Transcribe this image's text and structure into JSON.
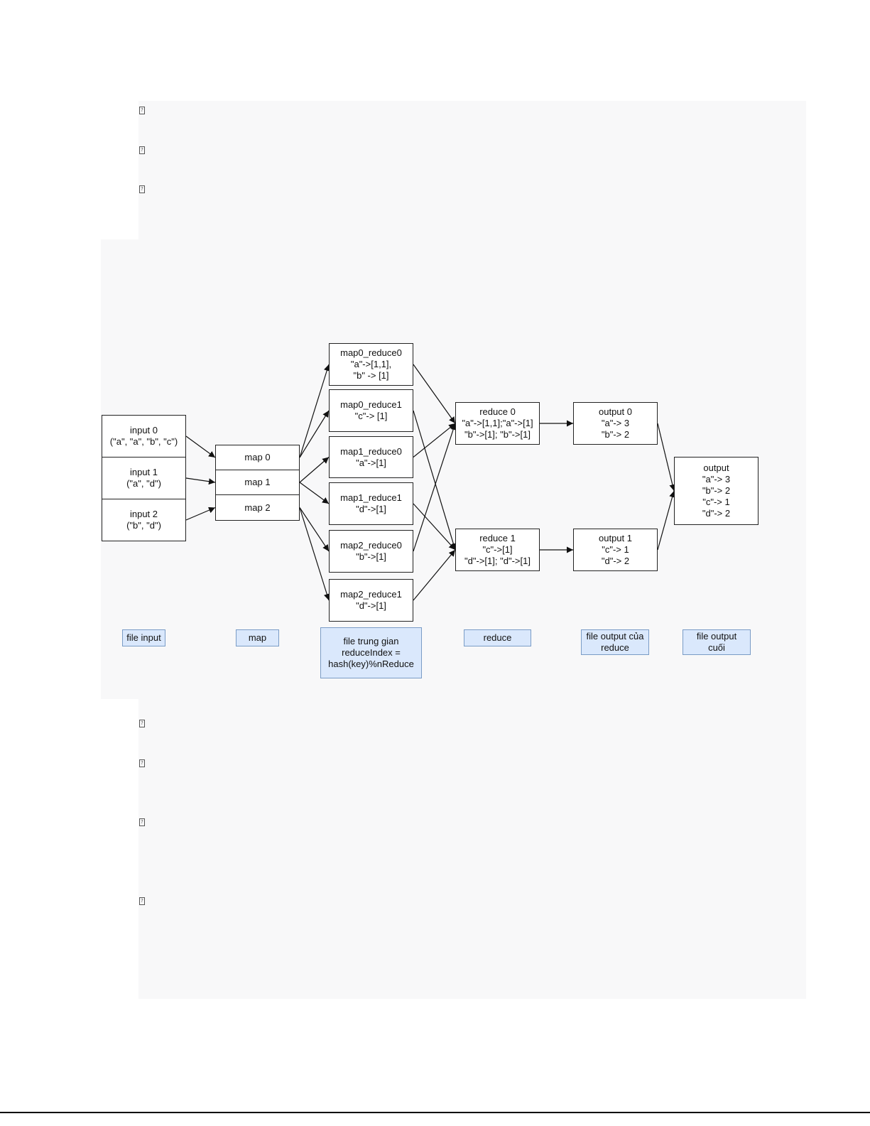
{
  "placeholder_glyph": "?",
  "nodes": {
    "input0": [
      "input 0",
      "(\"a\", \"a\", \"b\", \"c\")"
    ],
    "input1": [
      "input 1",
      "(\"a\", \"d\")"
    ],
    "input2": [
      "input 2",
      "(\"b\", \"d\")"
    ],
    "map0": [
      "map 0"
    ],
    "map1": [
      "map 1"
    ],
    "map2": [
      "map 2"
    ],
    "m0r0": [
      "map0_reduce0",
      "\"a\"->[1,1],",
      "\"b\" -> [1]"
    ],
    "m0r1": [
      "map0_reduce1",
      "\"c\"-> [1]"
    ],
    "m1r0": [
      "map1_reduce0",
      "\"a\"->[1]"
    ],
    "m1r1": [
      "map1_reduce1",
      "\"d\"->[1]"
    ],
    "m2r0": [
      "map2_reduce0",
      "\"b\"->[1]"
    ],
    "m2r1": [
      "map2_reduce1",
      "\"d\"->[1]"
    ],
    "reduce0": [
      "reduce 0",
      "\"a\"->[1,1];\"a\"->[1]",
      "\"b\"->[1]; \"b\"->[1]"
    ],
    "reduce1": [
      "reduce 1",
      "\"c\"->[1]",
      "\"d\"->[1]; \"d\"->[1]"
    ],
    "output0": [
      "output 0",
      "\"a\"-> 3",
      "\"b\"-> 2"
    ],
    "output1": [
      "output 1",
      "\"c\"-> 1",
      "\"d\"-> 2"
    ],
    "output": [
      "output",
      "\"a\"-> 3",
      "\"b\"-> 2",
      "\"c\"-> 1",
      "\"d\"-> 2"
    ]
  },
  "labels": {
    "file_input": [
      "file input"
    ],
    "map": [
      "map"
    ],
    "intermediate": [
      "file trung gian",
      "reduceIndex =",
      "hash(key)%nReduce"
    ],
    "reduce": [
      "reduce"
    ],
    "reduce_output": [
      "file output của",
      "reduce"
    ],
    "final_output": [
      "file output",
      "cuối"
    ]
  },
  "edges": [
    [
      "input0",
      "map0"
    ],
    [
      "input1",
      "map1"
    ],
    [
      "input2",
      "map2"
    ],
    [
      "map0",
      "m0r0"
    ],
    [
      "map0",
      "m0r1"
    ],
    [
      "map1",
      "m1r0"
    ],
    [
      "map1",
      "m1r1"
    ],
    [
      "map2",
      "m2r0"
    ],
    [
      "map2",
      "m2r1"
    ],
    [
      "m0r0",
      "reduce0"
    ],
    [
      "m1r0",
      "reduce0"
    ],
    [
      "m2r0",
      "reduce0"
    ],
    [
      "m0r1",
      "reduce1"
    ],
    [
      "m1r1",
      "reduce1"
    ],
    [
      "m2r1",
      "reduce1"
    ],
    [
      "reduce0",
      "output0"
    ],
    [
      "reduce1",
      "output1"
    ],
    [
      "output0",
      "output"
    ],
    [
      "output1",
      "output"
    ]
  ]
}
